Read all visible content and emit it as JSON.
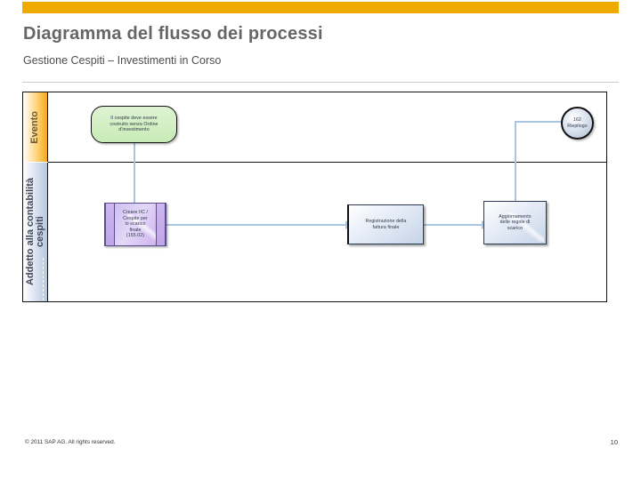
{
  "slide": {
    "title": "Diagramma del flusso dei processi",
    "subtitle": "Gestione Cespiti – Investimenti in Corso",
    "accent_color": "#f0ab00",
    "title_color": "#666666"
  },
  "diagram": {
    "lanes": [
      {
        "id": "evento",
        "label": "Evento",
        "header_color": "#f4a81d"
      },
      {
        "id": "addetto",
        "label": "Addetto alla contabilità\ncespiti",
        "header_color": "#b7c6dd"
      }
    ],
    "nodes": [
      {
        "id": "start-event",
        "type": "event",
        "lane": "evento",
        "label": "Il cespite deve essere\ncostruito senza Ordine\nd'investimento",
        "color": "#c8ebb5"
      },
      {
        "id": "create-iic",
        "type": "task",
        "lane": "addetto",
        "label": "Creare IIC /\nCespite per\nlo scarico\nfinale\n(155.02)",
        "color": "#c9a9ee"
      },
      {
        "id": "register-invoice",
        "type": "task",
        "lane": "addetto",
        "label": "Registrazione della\nfattura finale",
        "color": "#c6d4e8"
      },
      {
        "id": "update-rules",
        "type": "task",
        "lane": "addetto",
        "label": "Aggiornamento\ndelle regole di\nscarico",
        "color": "#c6d4e8"
      },
      {
        "id": "end-summary",
        "type": "end",
        "lane": "evento",
        "label": "162\nRiepilogo",
        "color": "#aebdd2"
      }
    ],
    "connector_color": "#a8c6e2"
  },
  "footer": {
    "copyright": "© 2011 SAP AG. All rights reserved.",
    "page_number": "10"
  }
}
